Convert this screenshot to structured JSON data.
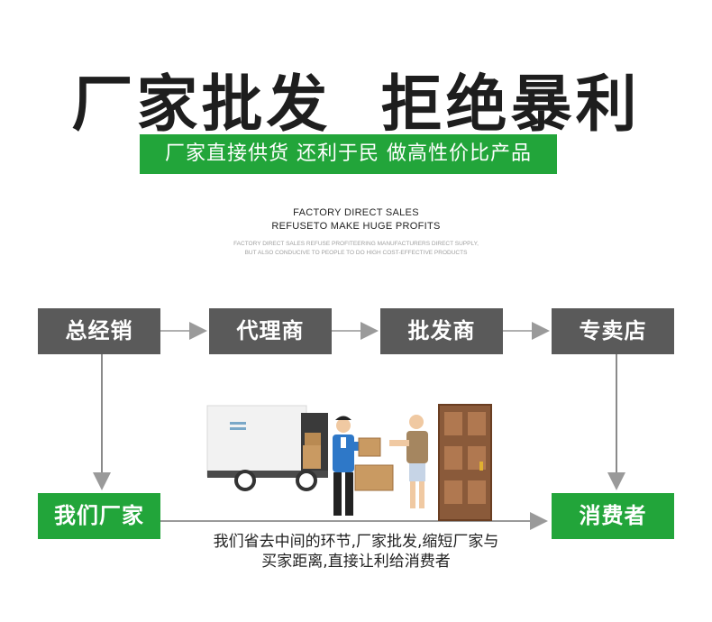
{
  "title": "厂家批发  拒绝暴利",
  "banner": "厂家直接供货 还利于民 做高性价比产品",
  "english": {
    "line1": "FACTORY DIRECT SALES",
    "line2": "REFUSETO MAKE HUGE PROFITS",
    "line3": "FACTORY DIRECT SALES REFUSE PROFITEERING MANUFACTURERS DIRECT SUPPLY,",
    "line4": "BUT ALSO CONDUCIVE TO PEOPLE TO DO HIGH COST-EFFECTIVE PRODUCTS"
  },
  "chain": {
    "box1": "总经销",
    "box2": "代理商",
    "box3": "批发商",
    "box4": "专卖店"
  },
  "direct": {
    "factory": "我们厂家",
    "consumer": "消费者"
  },
  "caption": {
    "line1": "我们省去中间的环节,厂家批发,缩短厂家与",
    "line2": "买家距离,直接让利给消费者"
  },
  "colors": {
    "green": "#22a53a",
    "gray": "#5a5a5a"
  },
  "icons": [
    "delivery-truck-icon",
    "courier-person-icon",
    "customer-person-icon",
    "door-icon",
    "package-box-icon"
  ]
}
